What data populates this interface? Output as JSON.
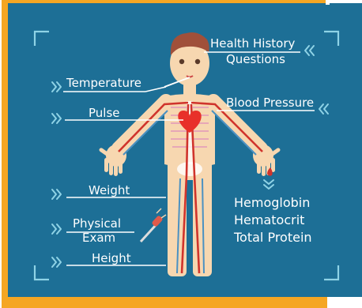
{
  "colors": {
    "frame_orange": "#f5a623",
    "panel_blue": "#1d6f96",
    "skin": "#f7d7b0",
    "artery_red": "#d0342c",
    "heart_red": "#e8302a",
    "hair_brown": "#a0503a",
    "label_white": "#ffffff",
    "chevron": "#8fd3e6"
  },
  "labels": {
    "health_history": [
      "Health History",
      "Questions"
    ],
    "temperature": "Temperature",
    "blood_pressure": "Blood Pressure",
    "pulse": "Pulse",
    "weight": "Weight",
    "physical_exam": [
      "Physical",
      "Exam"
    ],
    "height": "Height",
    "blood_tests": [
      "Hemoglobin",
      "Hematocrit",
      "Total Protein"
    ]
  },
  "icons": [
    "chevron-double-icon",
    "heart-icon",
    "thermometer-icon",
    "reflex-hammer-icon",
    "blood-drop-icon",
    "viewfinder-corner-icon"
  ]
}
